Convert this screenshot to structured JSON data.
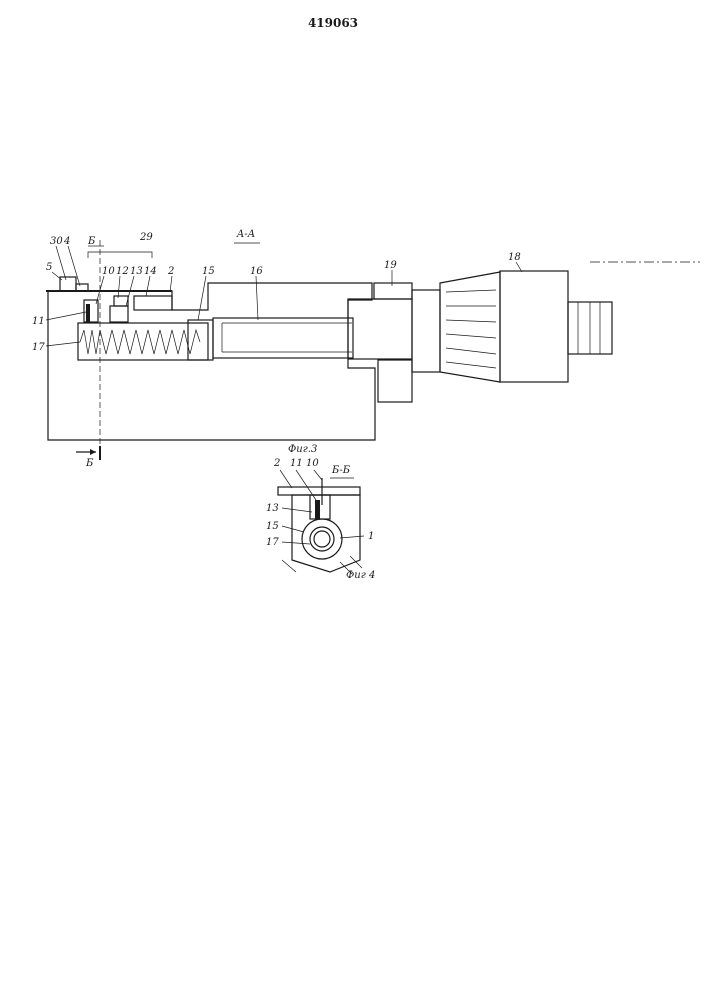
{
  "patent_number": "419063",
  "fig3": {
    "section_label": "А-А",
    "caption": "Фиг.3",
    "cut_label_bottom": "Б",
    "cut_label_top": "Б",
    "labels": {
      "l30": "30",
      "l4": "4",
      "l5": "5",
      "l29": "29",
      "l10": "10",
      "l12": "12",
      "l13": "13",
      "l14": "14",
      "l2": "2",
      "l15": "15",
      "l16": "16",
      "l19": "19",
      "l18": "18",
      "l11": "11",
      "l17": "17"
    }
  },
  "fig4": {
    "section_label": "Б-Б",
    "caption": "Фиг 4",
    "labels": {
      "l2": "2",
      "l11": "11",
      "l10": "10",
      "l13": "13",
      "l15": "15",
      "l17": "17",
      "l1": "1"
    }
  },
  "colors": {
    "ink": "#1a1a1a",
    "paper": "#ffffff"
  }
}
